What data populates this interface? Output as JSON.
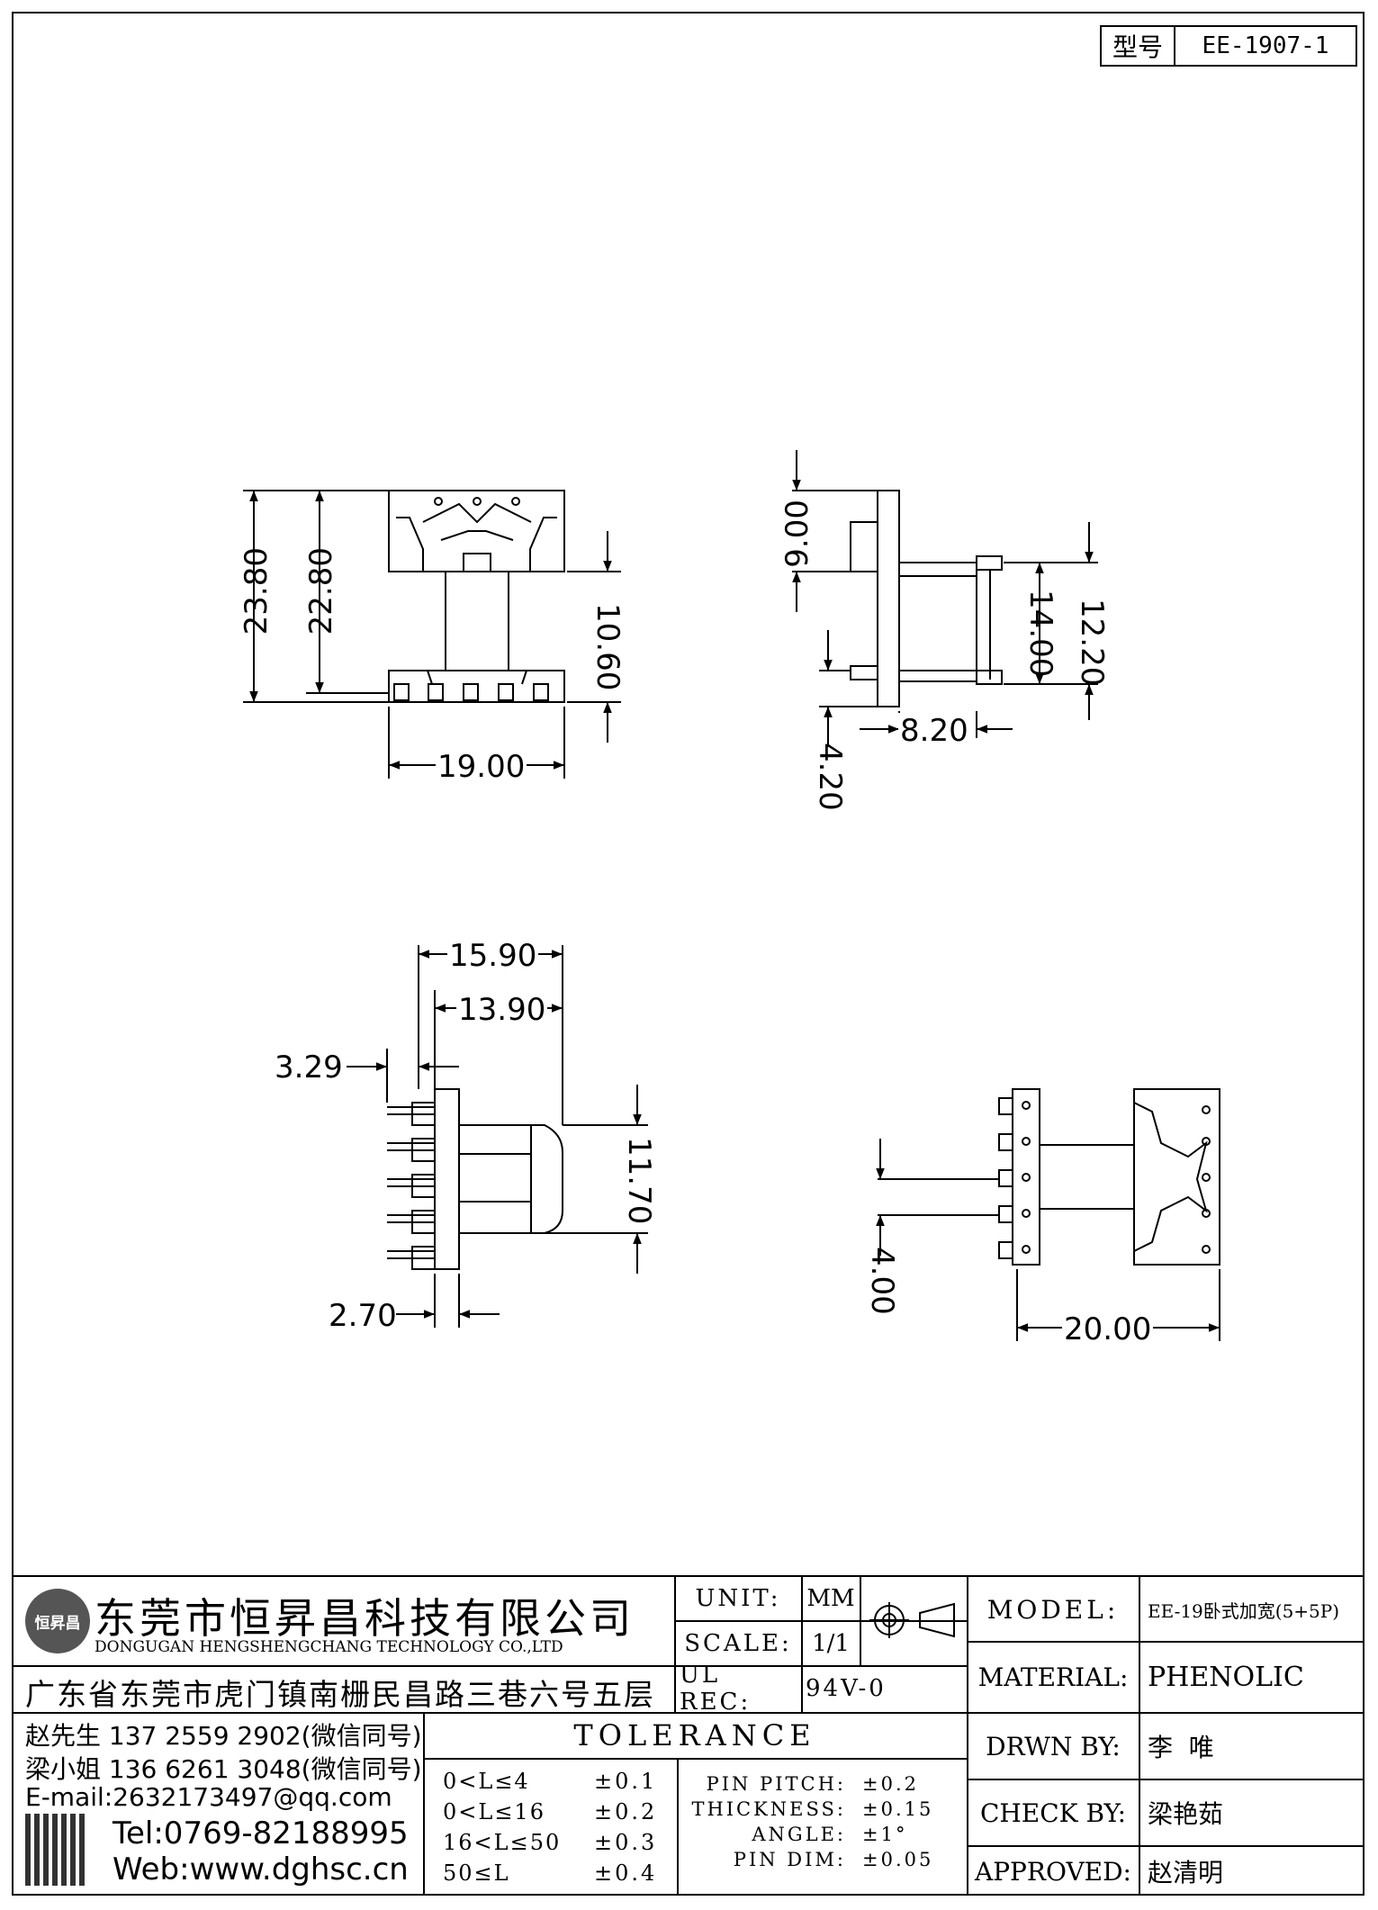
{
  "part_number": {
    "label": "型号",
    "value": "EE-1907-1"
  },
  "dimensions": {
    "front": {
      "d1": "23.80",
      "d2": "22.80",
      "d3": "10.60",
      "d4": "19.00"
    },
    "side": {
      "d1": "9.00",
      "d2": "14.00",
      "d3": "12.20",
      "d4": "8.20",
      "d5": "4.20"
    },
    "bottom": {
      "d1": "15.90",
      "d2": "13.90",
      "d3": "3.29",
      "d4": "11.70",
      "d5": "2.70"
    },
    "right": {
      "d1": "4.00",
      "d2": "20.00"
    }
  },
  "company": {
    "name_cn": "东莞市恒昇昌科技有限公司",
    "name_en": "DONGUGAN HENGSHENGCHANG TECHNOLOGY CO.,LTD",
    "address": "广东省东莞市虎门镇南栅民昌路三巷六号五层",
    "contact1": "赵先生 137 2559 2902(微信同号)",
    "contact2": "梁小姐 136 6261 3048(微信同号)",
    "email": "E-mail:2632173497@qq.com",
    "tel": "Tel:0769-82188995",
    "web": "Web:www.dghsc.cn",
    "logo_text": "恒昇昌"
  },
  "specs": {
    "unit_label": "UNIT:",
    "unit_value": "MM",
    "scale_label": "SCALE:",
    "scale_value": "1/1",
    "ul_label": "UL REC:",
    "ul_value": "94V-0"
  },
  "tolerance": {
    "title": "TOLERANCE",
    "rows": [
      {
        "range": "0<L≤4",
        "value": "±0.1"
      },
      {
        "range": "0<L≤16",
        "value": "±0.2"
      },
      {
        "range": "16<L≤50",
        "value": "±0.3"
      },
      {
        "range": "50≤L",
        "value": "±0.4"
      }
    ],
    "pin": [
      {
        "label": "PIN PITCH:",
        "value": "±0.2"
      },
      {
        "label": "THICKNESS:",
        "value": "±0.15"
      },
      {
        "label": "ANGLE:",
        "value": "±1°"
      },
      {
        "label": "PIN DIM:",
        "value": "±0.05"
      }
    ]
  },
  "info": {
    "model_label": "MODEL:",
    "model_value": "EE-19卧式加宽(5+5P)",
    "material_label": "MATERIAL:",
    "material_value": "PHENOLIC",
    "drawn_label": "DRWN BY:",
    "drawn_value": "李  唯",
    "check_label": "CHECK BY:",
    "check_value": "梁艳茹",
    "approved_label": "APPROVED:",
    "approved_value": "赵清明"
  }
}
